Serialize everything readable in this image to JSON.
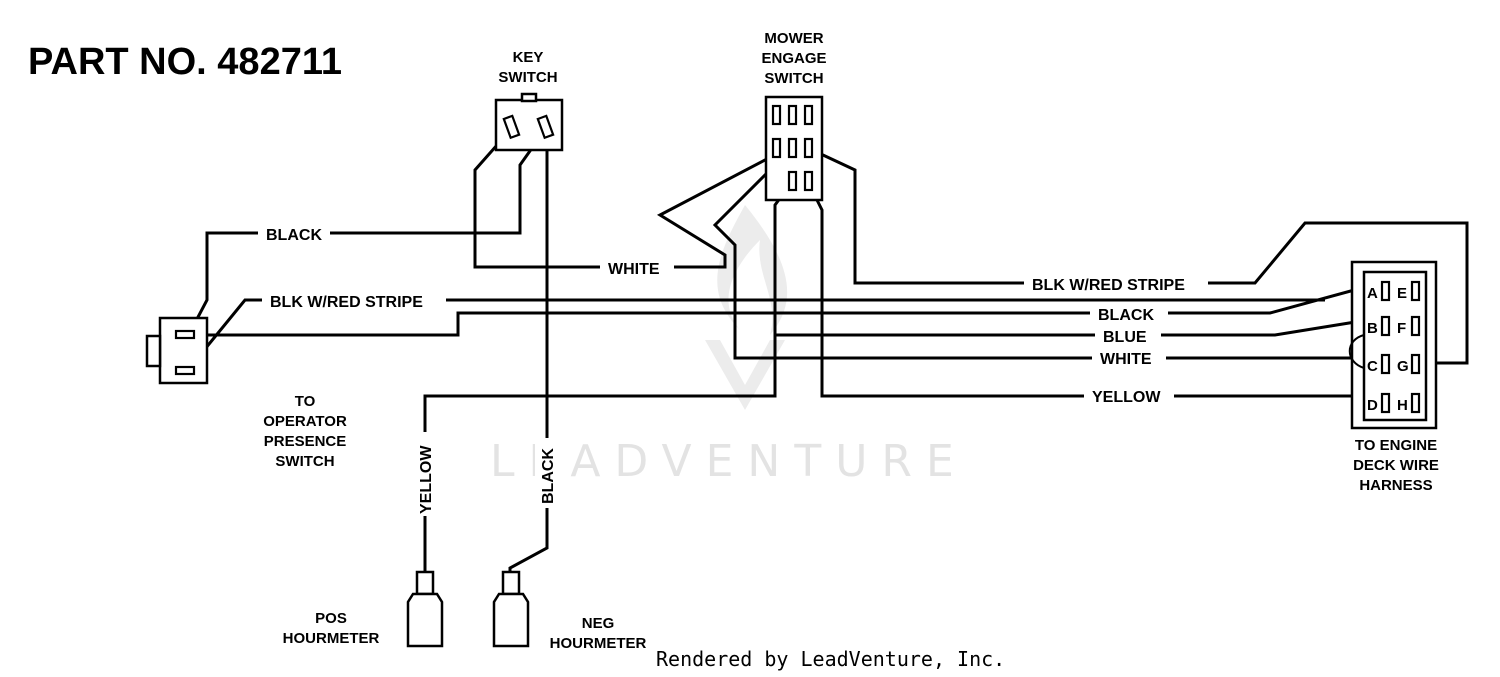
{
  "title": "PART NO. 482711",
  "components": {
    "key_switch": [
      "KEY",
      "SWITCH"
    ],
    "mower_engage_switch": [
      "MOWER",
      "ENGAGE",
      "SWITCH"
    ],
    "operator_presence_switch": [
      "TO",
      "OPERATOR",
      "PRESENCE",
      "SWITCH"
    ],
    "engine_deck_harness": [
      "TO ENGINE",
      "DECK WIRE",
      "HARNESS"
    ],
    "pos_hourmeter": [
      "POS",
      "HOURMETER"
    ],
    "neg_hourmeter": [
      "NEG",
      "HOURMETER"
    ]
  },
  "wires": {
    "black_key": "BLACK",
    "blk_red_left": "BLK W/RED STRIPE",
    "white_key": "WHITE",
    "blk_red_right": "BLK W/RED STRIPE",
    "black_harness": "BLACK",
    "blue_harness": "BLUE",
    "white_harness": "WHITE",
    "yellow_harness": "YELLOW",
    "yellow_vertical": "YELLOW",
    "black_vertical": "BLACK"
  },
  "harness_pins": {
    "left": [
      "A",
      "B",
      "C",
      "D"
    ],
    "right": [
      "E",
      "F",
      "G",
      "H"
    ]
  },
  "watermark": "LEADVENTURE",
  "credit": "Rendered by LeadVenture, Inc."
}
